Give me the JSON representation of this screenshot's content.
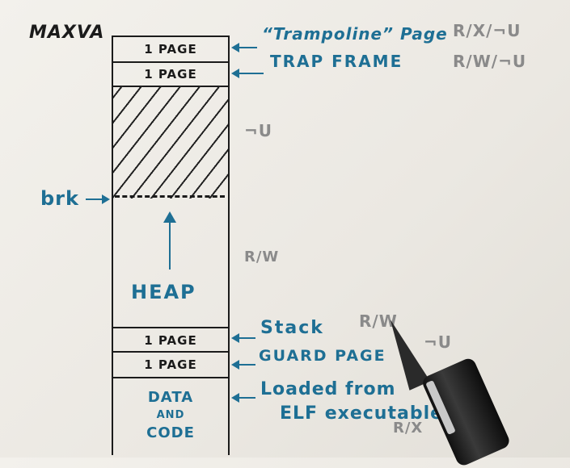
{
  "top_label": "MAXVA",
  "cells": {
    "trampoline_page": "1 PAGE",
    "trapframe_page": "1 PAGE",
    "stack_page": "1 PAGE",
    "guard_page": "1 PAGE",
    "heap": "HEAP",
    "data_line1": "DATA",
    "data_line2": "AND",
    "data_line3": "CODE"
  },
  "annotations": {
    "trampoline": "“Trampoline” Page",
    "trapframe": "TRAP FRAME",
    "brk": "brk",
    "stack": "Stack",
    "guard": "GUARD PAGE",
    "loaded_line1": "Loaded from",
    "loaded_line2": "ELF executable file."
  },
  "permissions": {
    "trampoline": "R/X/¬U",
    "trapframe": "R/W/¬U",
    "unmapped": "¬U",
    "heap": "R/W",
    "stack": "R/W",
    "guard": "¬U",
    "code": "R/X"
  },
  "colors": {
    "ink_blue": "#1e6f94",
    "ink_black": "#1b1b1b",
    "ink_grey": "#8a8a8a"
  }
}
